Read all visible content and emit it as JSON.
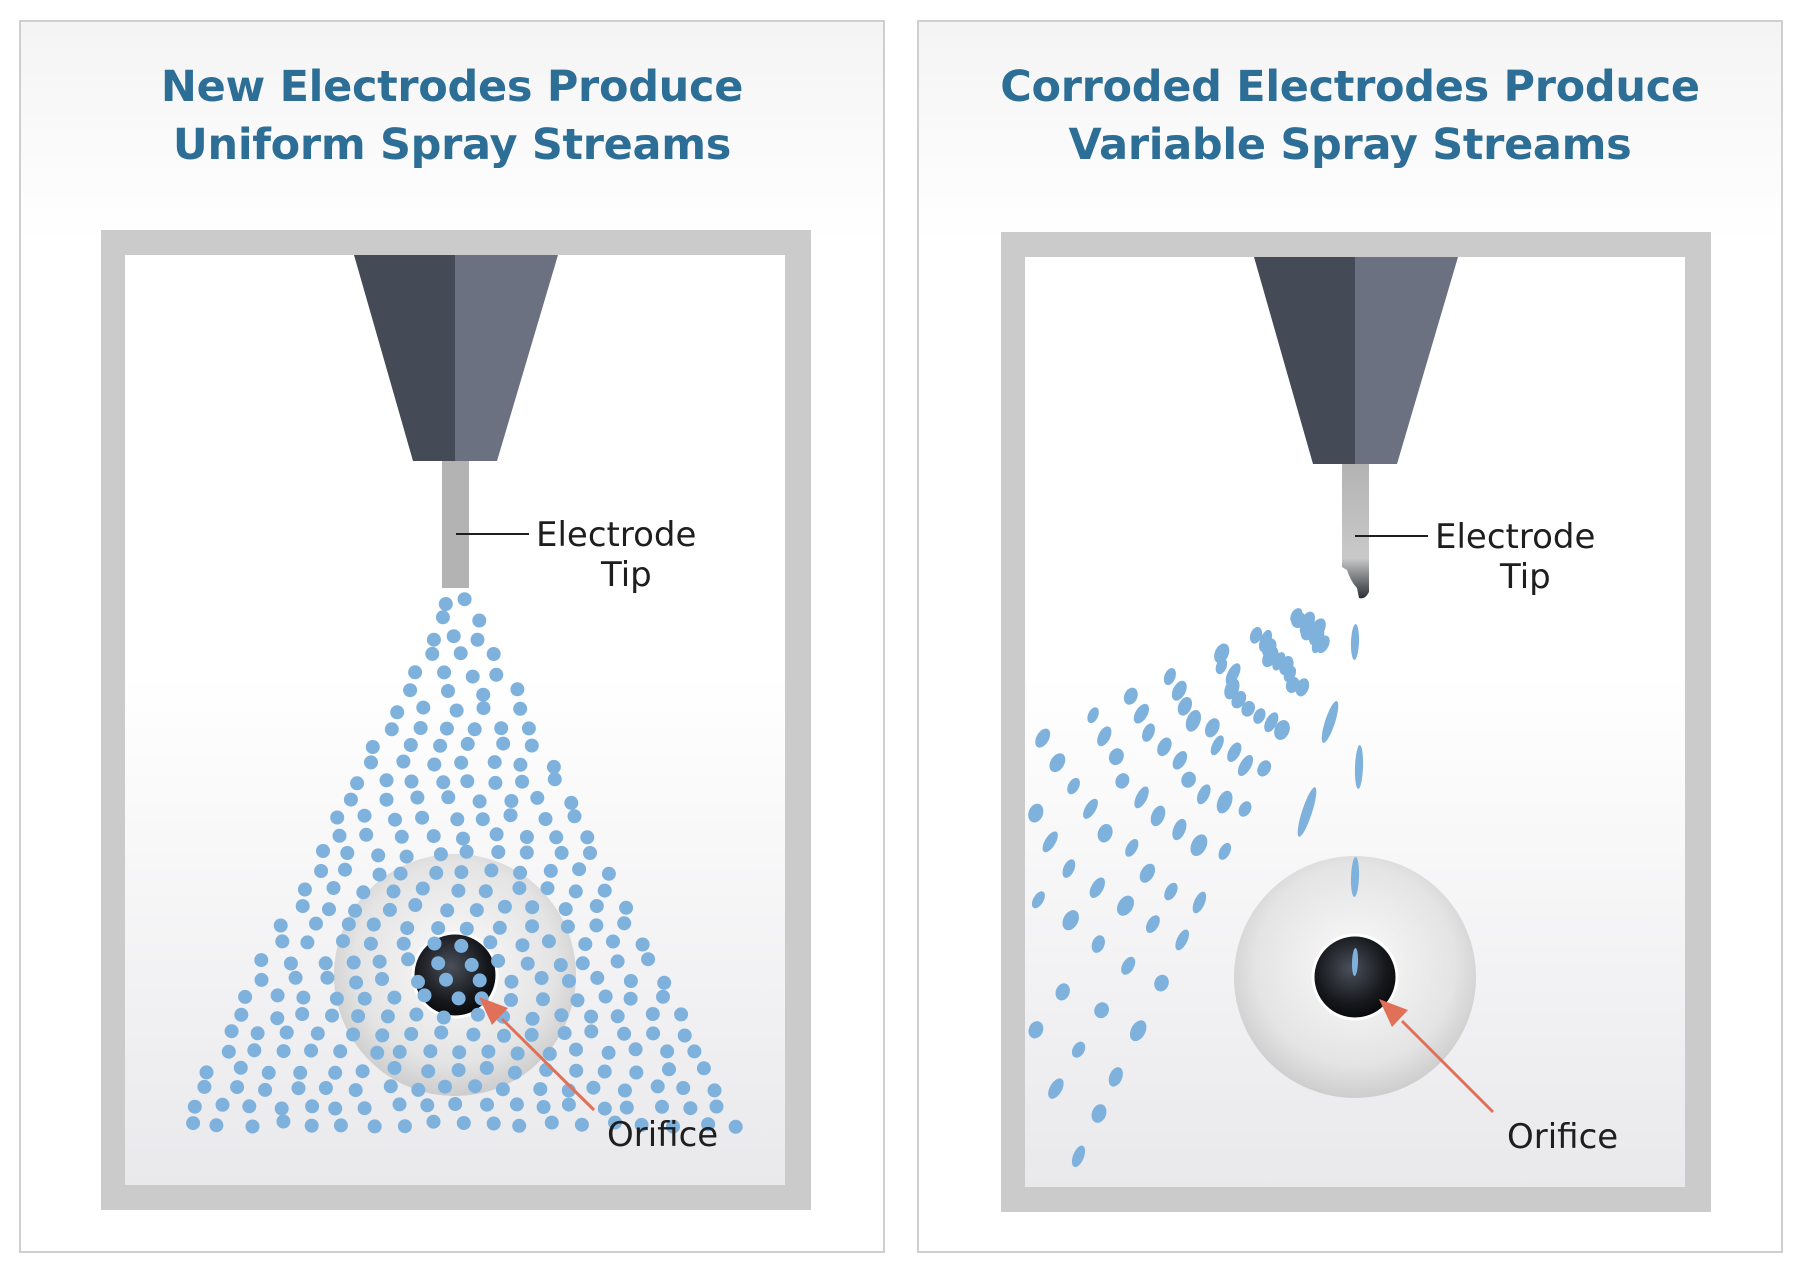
{
  "panels": {
    "left": {
      "title_line1": "New Electrodes Produce",
      "title_line2": "Uniform Spray Streams",
      "electrode_label_line1": "Electrode",
      "electrode_label_line2": "Tip",
      "orifice_label": "Orifice"
    },
    "right": {
      "title_line1": "Corroded Electrodes Produce",
      "title_line2": "Variable Spray Streams",
      "electrode_label_line1": "Electrode",
      "electrode_label_line2": "Tip",
      "orifice_label": "Orifice"
    }
  },
  "colors": {
    "title": "#2d6e96",
    "droplet": "#7fb1dd",
    "arrow": "#e07058",
    "frame": "#cbcbcb",
    "electrode_dark": "#454b56",
    "electrode_light": "#6b7180",
    "electrode_tip": "#b3b3b3"
  }
}
